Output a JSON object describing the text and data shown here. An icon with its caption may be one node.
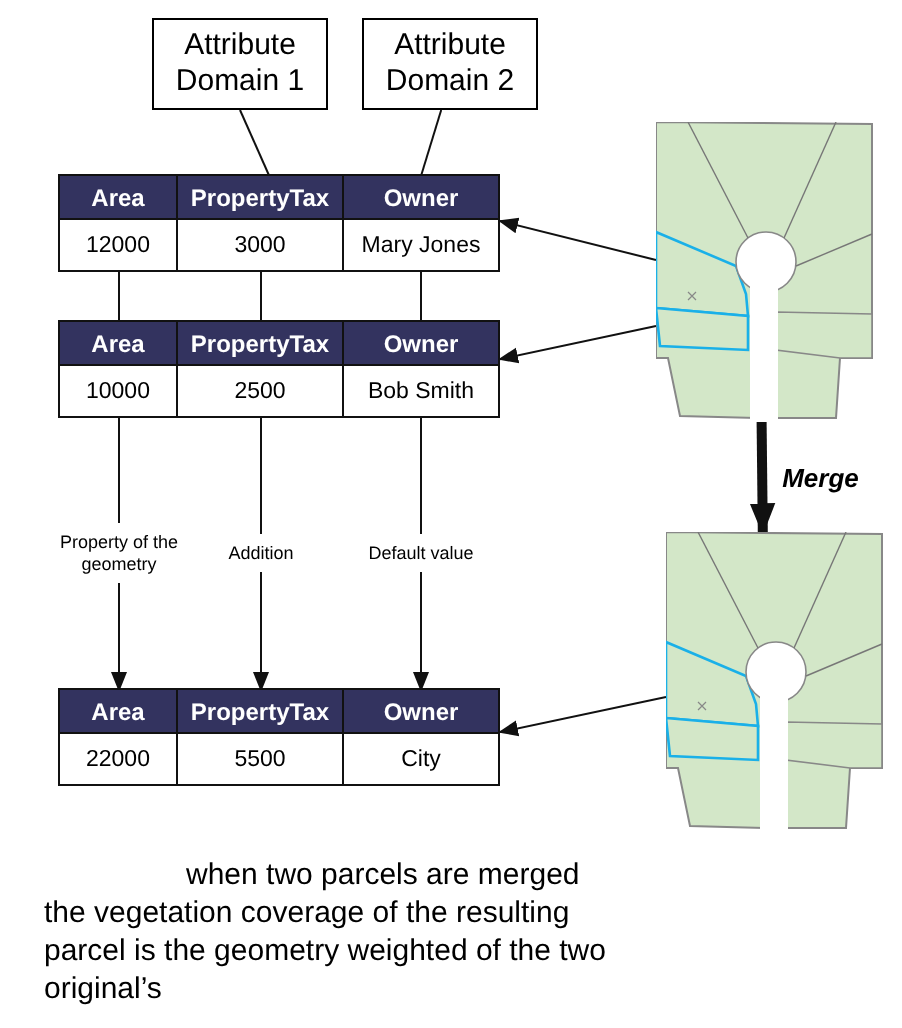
{
  "diagram": {
    "nodes": [
      {
        "text": [
          "Attribute Domain 1"
        ]
      },
      {
        "text": [
          "Attribute Domain 2"
        ]
      },
      {
        "text": [],
        "shape": "box"
      },
      {
        "text": [
          "Area"
        ],
        "in": 2
      },
      {
        "text": [
          "PropertyTax"
        ],
        "in": 2
      },
      {
        "text": [
          "Owner"
        ],
        "in": 2
      },
      {
        "text": [
          "12000"
        ],
        "in": 2
      },
      {
        "text": [
          "3000"
        ],
        "in": 2
      },
      {
        "text": [
          "Mary Jones"
        ],
        "in": 2
      },
      {
        "text": [],
        "shape": "box"
      },
      {
        "text": [
          "Area"
        ],
        "in": 9
      },
      {
        "text": [
          "PropertyTax"
        ],
        "in": 9
      },
      {
        "text": [
          "Owner"
        ],
        "in": 9
      },
      {
        "text": [
          "10000"
        ],
        "in": 9
      },
      {
        "text": [
          "2500"
        ],
        "in": 9
      },
      {
        "text": [
          "Bob Smith"
        ],
        "in": 9
      },
      {
        "text": [],
        "shape": "box"
      },
      {
        "text": [
          "Area"
        ],
        "in": 16
      },
      {
        "text": [
          "PropertyTax"
        ],
        "in": 16
      },
      {
        "text": [
          "Owner"
        ],
        "in": 16
      },
      {
        "text": [
          "22000"
        ],
        "in": 16
      },
      {
        "text": [
          "5500"
        ],
        "in": 16
      },
      {
        "text": [
          "City"
        ],
        "in": 16
      },
      {
        "text": [],
        "shape": "picture"
      },
      {
        "text": [],
        "shape": "picture"
      }
    ],
    "edges": [
      {
        "from": 0,
        "to": 4,
        "arrow": "none"
      },
      {
        "from": 1,
        "to": 5,
        "arrow": "none"
      },
      {
        "from": 6,
        "to": 10,
        "arrow": "none"
      },
      {
        "from": 7,
        "to": 11,
        "arrow": "none"
      },
      {
        "from": 8,
        "to": 12,
        "arrow": "none"
      },
      {
        "from": 13,
        "to": 17,
        "arrow": "to",
        "label": "Property of the geometry"
      },
      {
        "from": 14,
        "to": 18,
        "arrow": "to",
        "label": "Addition"
      },
      {
        "from": 15,
        "to": 19,
        "arrow": "to",
        "label": "Default value"
      },
      {
        "from": 23,
        "to": 2,
        "arrow": "to"
      },
      {
        "from": 23,
        "to": 9,
        "arrow": "to"
      },
      {
        "from": 23,
        "to": 24,
        "arrow": "to",
        "label": "Merge",
        "style": "thick"
      },
      {
        "from": 24,
        "to": 16,
        "arrow": "to"
      }
    ],
    "labels": [
      "when two parcels are merged the vegetation coverage of the resulting parcel is the geometry weighted of the two original’s"
    ]
  }
}
